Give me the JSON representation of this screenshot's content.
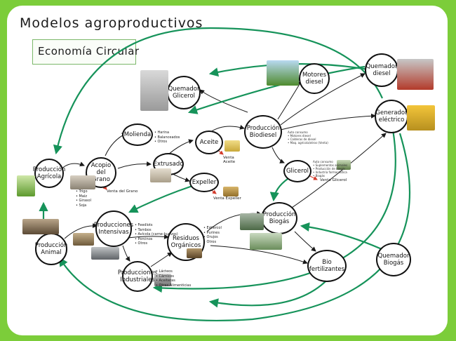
{
  "title": "Modelos agroproductivos",
  "subtitle": "Economía Circular",
  "nodes": {
    "produccion_agricola": "Producción\nAgrícola",
    "acopio_grano": "Acopio del\nGrano",
    "molienda": "Molienda",
    "extrusado": "Extrusado",
    "aceite": "Aceite",
    "expeller": "Expeller",
    "produccion_biodiesel": "Producción\nBiodiesel",
    "quemador_glicerol": "Quemador\nGlicerol",
    "glicerol": "Glicerol",
    "motores_diesel": "Motores\ndiesel",
    "quemador_diesel": "Quemador\ndiesel",
    "generador_electrico": "Generador\neléctrico",
    "produccion_animal": "Producción\nAnimal",
    "producciones_intensivas": "Producciones\nIntensivas",
    "producciones_industriales": "Producciones\nIndustriales",
    "residuos_organicos": "Residuos\nOrgánicos",
    "produccion_biogas": "Producción\nBiogás",
    "bio_fertilizantes": "Bio\nfertilizantes",
    "quemador_biogas": "Quemador\nBiogás"
  },
  "lists": {
    "cultivos": [
      "Trigo",
      "Maíz",
      "Girasol",
      "Soja"
    ],
    "molienda": [
      "Harina",
      "Balanceados",
      "Otros"
    ],
    "intensivas": [
      "Feedlots",
      "Tambos",
      "Avícola (carne-huevos)",
      "Porcinos",
      "Otros"
    ],
    "industriales": [
      "Lácteos",
      "Cárnicos",
      "Aceiteras",
      "Otras Alimenticias"
    ],
    "residuos": [
      "Estiércol",
      "Purines",
      "Orujos",
      "Otros"
    ]
  },
  "sales": {
    "grano": "Venta del Grano",
    "aceite": "Venta Aceite",
    "expeller": "Venta Expeller",
    "glicerol": "Venta Glicerol"
  },
  "notes": {
    "biodiesel": "Auto consumo\n• Motores diesel\n• Calderas de diesel\n• Maq. agrícola/otros (Venta)",
    "glicerol": "Auto consumo\n• Suplementos animales\n• Producción de biogás\n• Industria farmacéutica\n• Biogás"
  },
  "colors": {
    "frame": "#7ccd3a",
    "green_arrow": "#16935a",
    "black_arrow": "#1a1a1a",
    "red_arrow": "#d23a2a"
  },
  "images": [
    "maquinaria-icon",
    "caldera-icon",
    "camion-icon",
    "planta-icon",
    "cultivo-icon",
    "vacas-icon",
    "silo-icon",
    "harina-icon",
    "aceite-icon",
    "expeller-icon",
    "generador-icon",
    "tanque-icon"
  ]
}
